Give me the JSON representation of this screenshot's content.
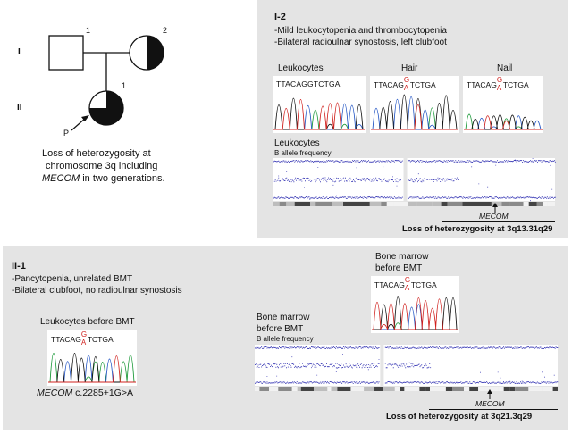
{
  "pedigree": {
    "gen1": "I",
    "gen2": "II",
    "father_num": "1",
    "mother_num": "2",
    "child_num": "1",
    "proband": "P",
    "caption_line1": "Loss of heterozygosity at",
    "caption_line2": "chromosome 3q including",
    "caption_gene": "MECOM",
    "caption_rest": " in two generations."
  },
  "i2": {
    "title": "I-2",
    "note1": "-Mild leukocytopenia and thrombocytopenia",
    "note2": "-Bilateral radioulnar synostosis, left clubfoot",
    "chrom_labels": {
      "leukocytes": "Leukocytes",
      "hair": "Hair",
      "nail": "Nail"
    },
    "seq_wt": "TTACAGGTCTGA",
    "seq_pre": "TTACAG",
    "seq_top": "G",
    "seq_bot": "A",
    "seq_post": "TCTGA",
    "baf_title": "Leukocytes",
    "baf_sub": "B allele frequency",
    "gene": "MECOM",
    "loh": "Loss of heterozygosity at 3q13.31q29"
  },
  "ii1": {
    "title": "II-1",
    "note1": "-Pancytopenia, unrelated BMT",
    "note2": "-Bilateral clubfoot, no radioulnar synostosis",
    "leuk_label": "Leukocytes before BMT",
    "bm_label_line1": "Bone marrow",
    "bm_label_line2": "before BMT",
    "bm2_label_line1": "Bone marrow",
    "bm2_label_line2": "before BMT",
    "baf_sub": "B allele frequency",
    "seq_pre": "TTACAG",
    "seq_top": "G",
    "seq_bot": "A",
    "seq_post": "TCTGA",
    "mutation_gene": "MECOM",
    "mutation": " c.2285+1G>A",
    "gene": "MECOM",
    "loh": "Loss of heterozygosity at 3q21.3q29"
  },
  "colors": {
    "panel_bg": "#e4e4e4",
    "mutation_red": "#d0211e",
    "baf_blue": "#2b2bb0",
    "trace_green": "#1d9a3a",
    "trace_blue": "#2456c4",
    "trace_black": "#111111",
    "trace_red": "#d0211e"
  }
}
